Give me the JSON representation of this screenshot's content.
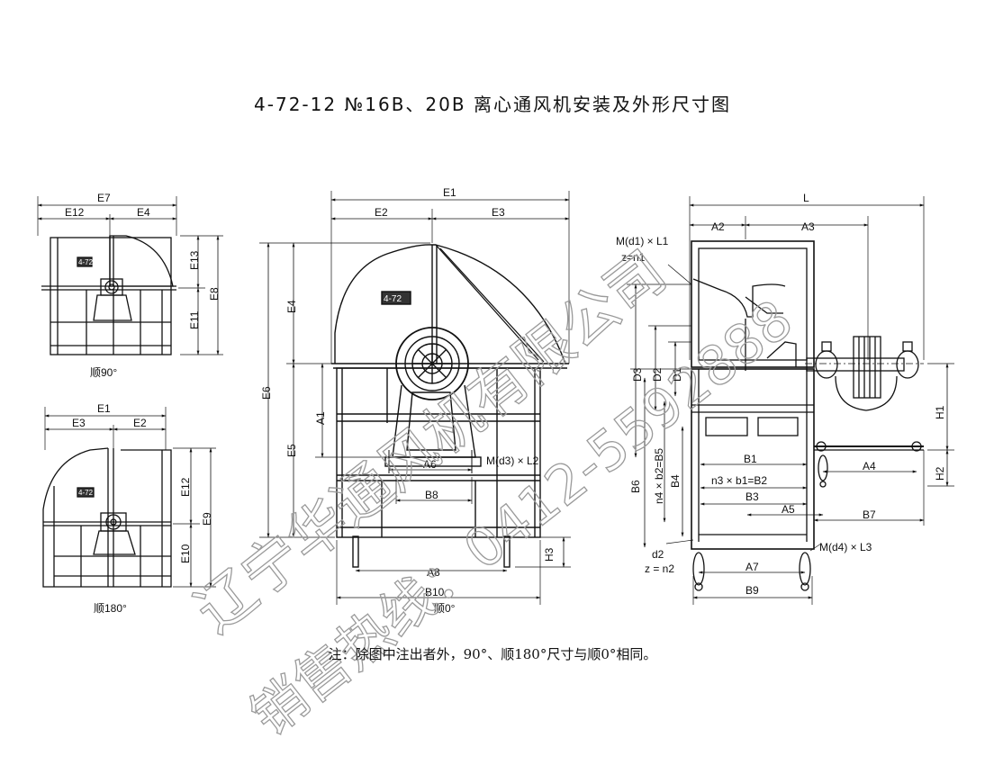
{
  "title": "4-72-12 №16B、20B 离心通风机安装及外形尺寸图",
  "note": "注：除图中注出者外，90°、顺180°尺寸与顺0°相同。",
  "watermark": {
    "line1": "辽宁华通风机有限公司",
    "line2": "销售热线：0412-5592888"
  },
  "views": {
    "v90": {
      "caption": "顺90°",
      "labels": {
        "e7": "E7",
        "e12": "E12",
        "e4": "E4",
        "e13": "E13",
        "e8": "E8",
        "e11": "E11"
      }
    },
    "v180": {
      "caption": "顺180°",
      "labels": {
        "e1": "E1",
        "e3": "E3",
        "e2": "E2",
        "e12": "E12",
        "e9": "E9",
        "e10": "E10"
      }
    },
    "v0": {
      "caption": "顺0°",
      "labels": {
        "e1": "E1",
        "e2": "E2",
        "e3": "E3",
        "e4": "E4",
        "e6": "E6",
        "e5": "E5",
        "a1": "A1",
        "a6": "A6",
        "md3": "M(d3) × L2",
        "b8": "B8",
        "a8": "A8",
        "b10": "B10",
        "h3": "H3"
      }
    },
    "side": {
      "labels": {
        "l": "L",
        "a2": "A2",
        "a3": "A3",
        "md1": "M(d1) × L1",
        "zn1": "z=n1",
        "d3": "D3",
        "d2": "D2",
        "d1": "D1",
        "h1": "H1",
        "b1": "B1",
        "n3b1": "n3 × b1=B2",
        "b6": "B6",
        "n4b2": "n4 × b2=B5",
        "b4": "B4",
        "b3": "B3",
        "a4": "A4",
        "h2": "H2",
        "a5": "A5",
        "b7": "B7",
        "d2b": "d2",
        "zn2": "z = n2",
        "md4": "M(d4) × L3",
        "a7": "A7",
        "b9": "B9"
      }
    }
  },
  "badge": "4-72"
}
